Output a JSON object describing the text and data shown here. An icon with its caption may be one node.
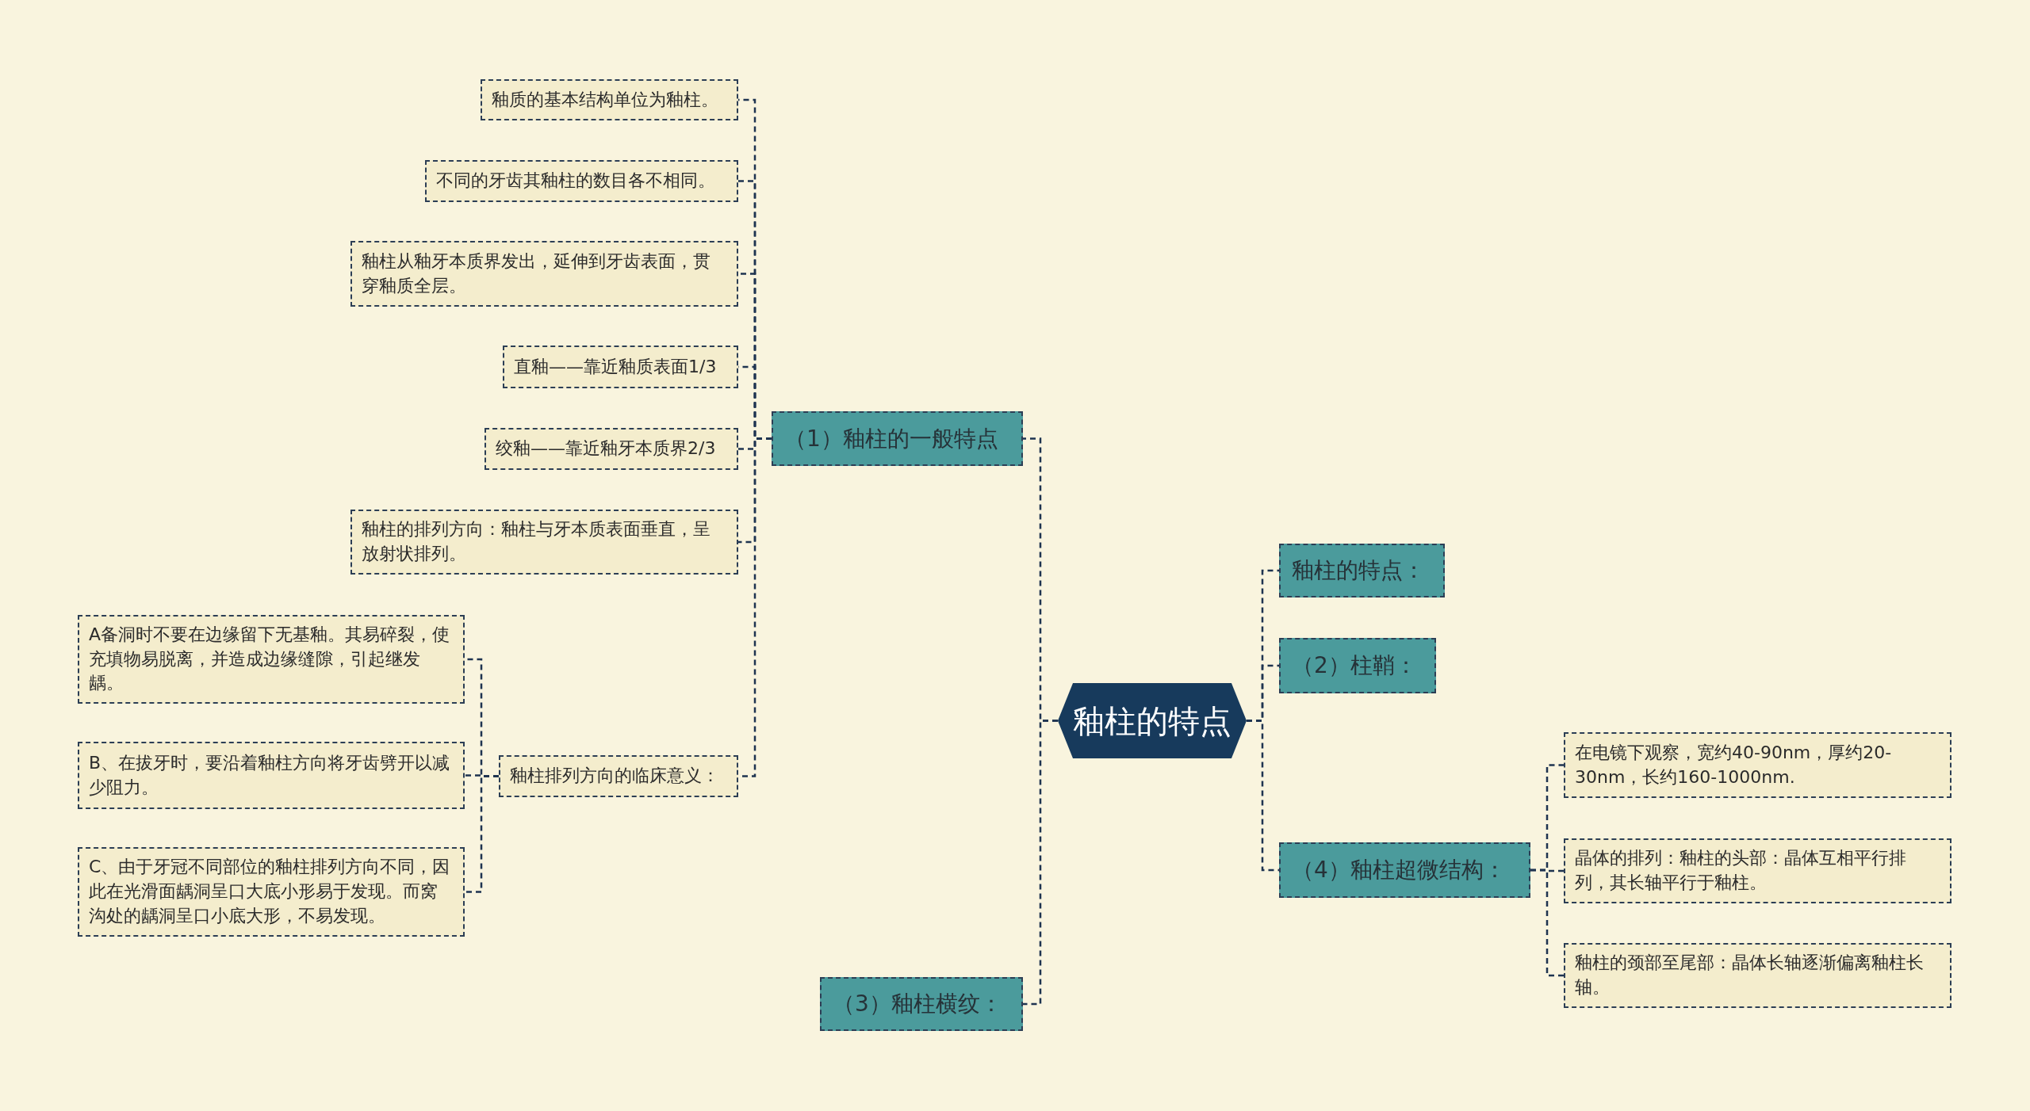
{
  "diagram": {
    "nodes": [
      {
        "text": [
          "釉柱的特点"
        ]
      },
      {
        "text": [
          "（1）釉柱的一般特点"
        ]
      },
      {
        "text": [
          "釉质的基本结构单位为釉柱。"
        ]
      },
      {
        "text": [
          "不同的牙齿其釉柱的数目各不相同。"
        ]
      },
      {
        "text": [
          "釉柱从釉牙本质界发出，延伸到牙齿表面，贯穿釉质全层。"
        ]
      },
      {
        "text": [
          "直釉——靠近釉质表面1/3"
        ]
      },
      {
        "text": [
          "绞釉——靠近釉牙本质界2/3"
        ]
      },
      {
        "text": [
          "釉柱的排列方向：釉柱与牙本质表面垂直，呈放射状排列。"
        ]
      },
      {
        "text": [
          "釉柱排列方向的临床意义："
        ]
      },
      {
        "text": [
          "A备洞时不要在边缘留下无基釉。其易碎裂，使充填物易脱离，并造成边缘缝隙，引起继发龋。"
        ]
      },
      {
        "text": [
          "B、在拔牙时，要沿着釉柱方向将牙齿劈开以减少阻力。"
        ]
      },
      {
        "text": [
          "C、由于牙冠不同部位的釉柱排列方向不同，因此在光滑面龋洞呈口大底小形易于发现。而窝沟处的龋洞呈口小底大形，不易发现。"
        ]
      },
      {
        "text": [
          "（3）釉柱横纹："
        ]
      },
      {
        "text": [
          "釉柱的特点："
        ]
      },
      {
        "text": [
          "（2）柱鞘："
        ]
      },
      {
        "text": [
          "（4）釉柱超微结构："
        ]
      },
      {
        "text": [
          "在电镜下观察，宽约40-90nm，厚约20-30nm，长约160-1000nm."
        ]
      },
      {
        "text": [
          "晶体的排列：釉柱的头部：晶体互相平行排列，其长轴平行于釉柱。"
        ]
      },
      {
        "text": [
          "釉柱的颈部至尾部：晶体长轴逐渐偏离釉柱长轴。"
        ]
      }
    ],
    "edges": [
      {
        "from": 0,
        "to": 1,
        "arrow": "none",
        "style": "dashed"
      },
      {
        "from": 1,
        "to": 2,
        "arrow": "none",
        "style": "dashed"
      },
      {
        "from": 1,
        "to": 3,
        "arrow": "none",
        "style": "dashed"
      },
      {
        "from": 1,
        "to": 4,
        "arrow": "none",
        "style": "dashed"
      },
      {
        "from": 1,
        "to": 5,
        "arrow": "none",
        "style": "dashed"
      },
      {
        "from": 1,
        "to": 6,
        "arrow": "none",
        "style": "dashed"
      },
      {
        "from": 1,
        "to": 7,
        "arrow": "none",
        "style": "dashed"
      },
      {
        "from": 1,
        "to": 8,
        "arrow": "none",
        "style": "dashed"
      },
      {
        "from": 8,
        "to": 9,
        "arrow": "none",
        "style": "dashed"
      },
      {
        "from": 8,
        "to": 10,
        "arrow": "none",
        "style": "dashed"
      },
      {
        "from": 8,
        "to": 11,
        "arrow": "none",
        "style": "dashed"
      },
      {
        "from": 0,
        "to": 12,
        "arrow": "none",
        "style": "dashed"
      },
      {
        "from": 0,
        "to": 13,
        "arrow": "none",
        "style": "dashed"
      },
      {
        "from": 0,
        "to": 14,
        "arrow": "none",
        "style": "dashed"
      },
      {
        "from": 0,
        "to": 15,
        "arrow": "none",
        "style": "dashed"
      },
      {
        "from": 15,
        "to": 16,
        "arrow": "none",
        "style": "dashed"
      },
      {
        "from": 15,
        "to": 17,
        "arrow": "none",
        "style": "dashed"
      },
      {
        "from": 15,
        "to": 18,
        "arrow": "none",
        "style": "dashed"
      }
    ]
  }
}
